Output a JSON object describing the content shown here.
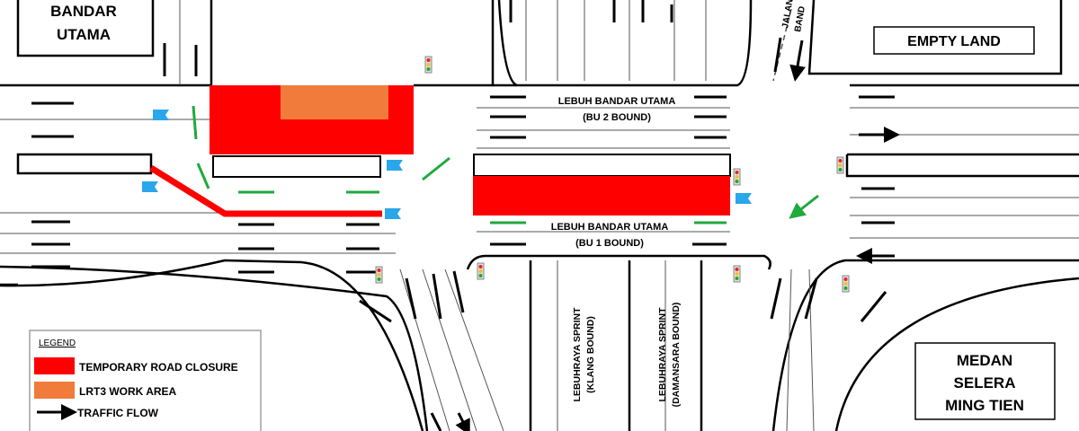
{
  "places": {
    "bandar_utama": [
      "BANDAR",
      "UTAMA"
    ],
    "empty_land": "EMPTY LAND",
    "medan_selera": [
      "MEDAN",
      "SELERA",
      "MING TIEN"
    ]
  },
  "roads": {
    "bu2": [
      "LEBUH BANDAR UTAMA",
      "(BU 2 BOUND)"
    ],
    "bu1": [
      "LEBUH BANDAR UTAMA",
      "(BU 1 BOUND)"
    ],
    "sprint_klang": [
      "LEBUHRAYA SPRINT",
      "(KLANG BOUND)"
    ],
    "sprint_damansara": [
      "LEBUHRAYA SPRINT",
      "(DAMANSARA BOUND)"
    ],
    "jalan_top": [
      "JALAN",
      "BAND"
    ]
  },
  "legend": {
    "title": "LEGEND",
    "items": [
      {
        "label": "TEMPORARY ROAD CLOSURE",
        "color": "#ff0000"
      },
      {
        "label": "LRT3 WORK AREA",
        "color": "#f07b3a"
      },
      {
        "label": "TRAFFIC FLOW",
        "icon": "black-arrow-icon"
      }
    ]
  },
  "colors": {
    "closure": "#ff0000",
    "work_area": "#f07b3a",
    "diversion": "#1faa3c",
    "flag": "#2aa6ea"
  }
}
